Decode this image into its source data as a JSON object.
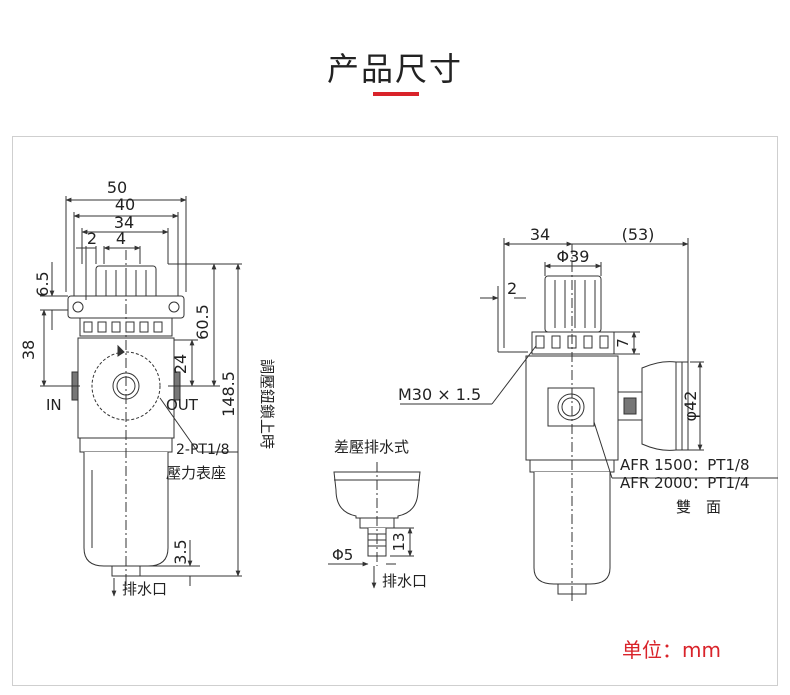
{
  "header": {
    "title": "产品尺寸",
    "accent_color": "#d9232a"
  },
  "unit_label": "单位：mm",
  "front_view": {
    "dims": {
      "w50": "50",
      "w40": "40",
      "w34": "34",
      "w2": "2",
      "w4": "4",
      "h6_5": "6.5",
      "h38": "38",
      "h60_5": "60.5",
      "h24": "24",
      "h148_5": "148.5",
      "h3_5": "3.5"
    },
    "labels": {
      "in": "IN",
      "out": "OUT",
      "port": "2-PT1/8",
      "gauge_seat": "壓力表座",
      "lock_note": "調壓鈕鎖上時",
      "drain": "排水口"
    }
  },
  "drain_detail": {
    "title": "差壓排水式",
    "dia": "Φ5",
    "h13": "13",
    "drain": "排水口"
  },
  "side_view": {
    "dims": {
      "w34": "34",
      "w53": "(53)",
      "dia39": "Φ39",
      "d2": "2",
      "d7": "7",
      "dia42": "φ42"
    },
    "labels": {
      "thread": "M30 × 1.5",
      "afr1500": "AFR 1500：PT1/8",
      "afr2000": "AFR 2000：PT1/4",
      "both_sides": "雙　面"
    }
  }
}
